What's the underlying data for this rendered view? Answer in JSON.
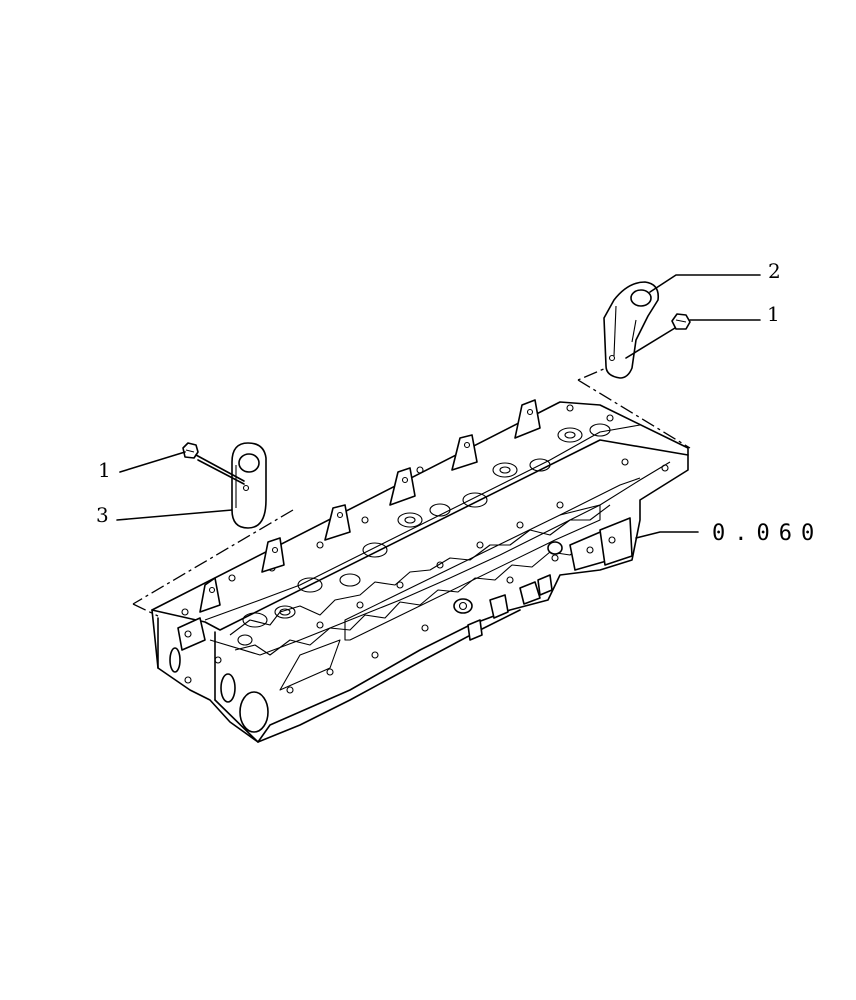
{
  "callouts": {
    "bolt_right": "1",
    "bracket_right": "2",
    "bolt_left": "1",
    "bracket_left": "3",
    "reference": "0.060"
  }
}
